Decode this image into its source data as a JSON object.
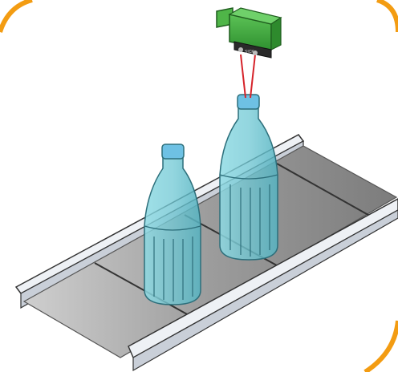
{
  "scene": {
    "subject": "bottles-on-conveyor-with-sensor",
    "bottle_count": 2
  },
  "sensor": {
    "icon": "photoelectric-sensor-icon",
    "brand_text": "SICK",
    "housing_color": "#3fae3a",
    "beam_color": "#d6232a"
  },
  "colors": {
    "frame_arc": "#f39c12",
    "bottle_fill": "#7fd0dc",
    "bottle_cap": "#6ec1e4",
    "belt": "#9a9a9a",
    "rail": "#e6e9ee"
  }
}
